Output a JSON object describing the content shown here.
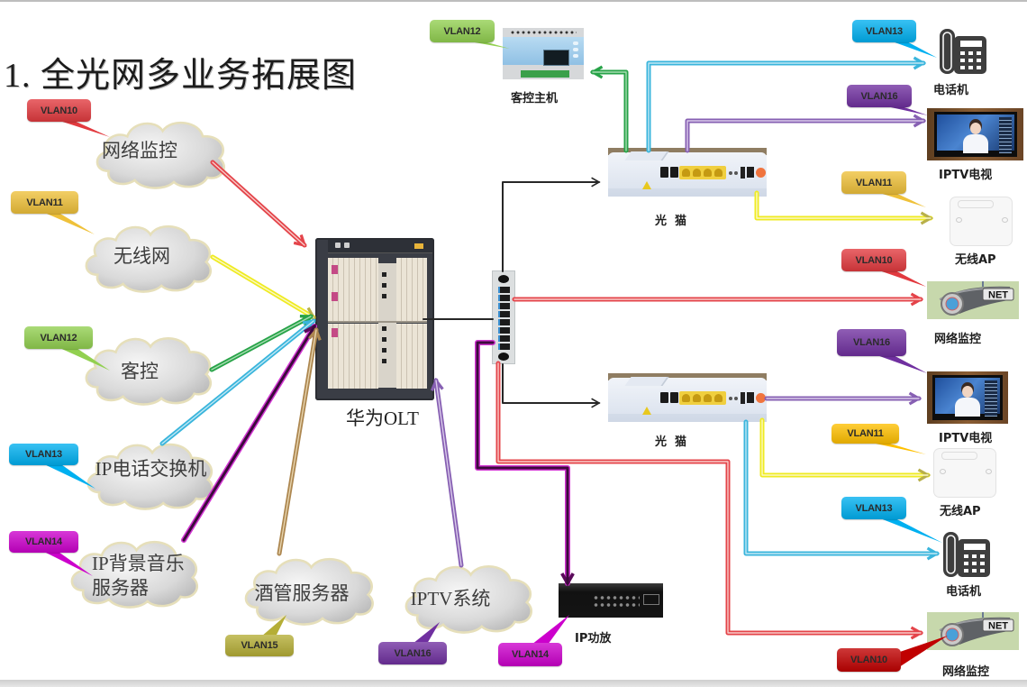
{
  "title": "1. 全光网多业务拓展图",
  "services": [
    {
      "label": "网络监控",
      "vlan": "VLAN10"
    },
    {
      "label": "无线网",
      "vlan": "VLAN11"
    },
    {
      "label": "客控",
      "vlan": "VLAN12"
    },
    {
      "label": "IP电话交换机",
      "vlan": "VLAN13"
    },
    {
      "lines": [
        "IP背景音乐",
        "服务器"
      ],
      "vlan": "VLAN14"
    },
    {
      "label": "酒管服务器",
      "vlan": "VLAN15"
    },
    {
      "label": "IPTV系统",
      "vlan": "VLAN16"
    }
  ],
  "core": {
    "olt_label": "华为OLT"
  },
  "controller": {
    "label": "客控主机"
  },
  "onts": [
    {
      "label": "光  猫"
    },
    {
      "label": "光  猫"
    }
  ],
  "amplifier": {
    "label": "IP功放"
  },
  "camera_badge": "NET",
  "endpoints": [
    {
      "label": "电话机",
      "vlan": "VLAN13"
    },
    {
      "label": "IPTV电视",
      "vlan": "VLAN16"
    },
    {
      "label": "无线AP",
      "vlan": "VLAN11"
    },
    {
      "label": "网络监控",
      "vlan": "VLAN10"
    },
    {
      "label": "IPTV电视",
      "vlan": "VLAN16"
    },
    {
      "label": "无线AP",
      "vlan": "VLAN11"
    },
    {
      "label": "电话机",
      "vlan": "VLAN13"
    },
    {
      "label": "网络监控",
      "vlan": "VLAN10"
    }
  ],
  "tags": [
    {
      "text": "VLAN10",
      "color": "#e23a3f"
    },
    {
      "text": "VLAN11",
      "color": "#efc13a"
    },
    {
      "text": "VLAN12",
      "color": "#92d050"
    },
    {
      "text": "VLAN13",
      "color": "#00b0f0"
    },
    {
      "text": "VLAN14",
      "color": "#cc00cc"
    },
    {
      "text": "VLAN15",
      "color": "#b5ae36"
    },
    {
      "text": "VLAN16",
      "color": "#7030a0"
    },
    {
      "text": "VLAN14",
      "color": "#cc00cc"
    },
    {
      "text": "VLAN12",
      "color": "#92d050"
    },
    {
      "text": "VLAN13",
      "color": "#00b0f0"
    },
    {
      "text": "VLAN16",
      "color": "#7030a0"
    },
    {
      "text": "VLAN11",
      "color": "#efc13a"
    },
    {
      "text": "VLAN10",
      "color": "#e23a3f"
    },
    {
      "text": "VLAN16",
      "color": "#7030a0"
    },
    {
      "text": "VLAN11",
      "color": "#ffc000"
    },
    {
      "text": "VLAN13",
      "color": "#00b0f0"
    },
    {
      "text": "VLAN10",
      "color": "#c00000"
    }
  ]
}
